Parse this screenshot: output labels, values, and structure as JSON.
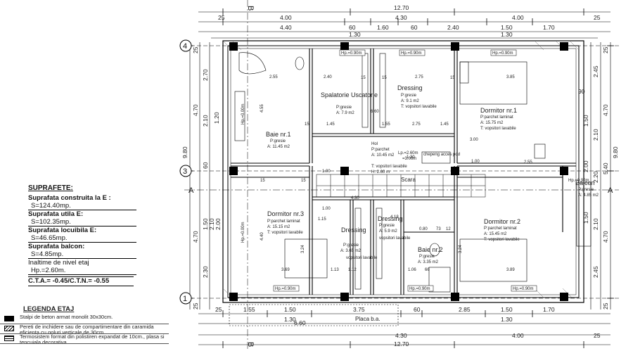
{
  "plan": {
    "axes": {
      "rows": [
        "4",
        "3",
        "1"
      ],
      "sections": [
        "A",
        "A",
        "B",
        "B"
      ]
    },
    "dims_top_total": "12.70",
    "dims_top_row1": [
      "25",
      "4.00",
      "4.30",
      "4.00",
      "25"
    ],
    "dims_top_row2": [
      "4.40",
      "60",
      "1.60",
      "60",
      "2.40",
      "1.50",
      "1.70"
    ],
    "dims_top_row3": [
      "1.30",
      "1.30"
    ],
    "dims_bottom_row1": [
      "25",
      "1.55",
      "1.50",
      "3.75",
      "60",
      "2.85",
      "1.50",
      "1.70"
    ],
    "dims_bottom_row2": [
      "1.30",
      "1.30"
    ],
    "dims_bottom_row3": [
      "6.60",
      "4.30",
      "4.00",
      "25"
    ],
    "dims_bottom_total": "12.70",
    "dims_left_total": "9.80",
    "dims_left_a": [
      "25",
      "2.70",
      "4.70",
      "2.10",
      "1.20",
      "60",
      "1.50",
      "2.10",
      "4.70",
      "2.00",
      "2.30",
      "25"
    ],
    "dims_right_total": "9.80",
    "dims_right_a": [
      "25",
      "2.45",
      "90",
      "4.70",
      "1.50",
      "2.10",
      "5.40",
      "2.00",
      "2.20",
      "1.50",
      "4.70",
      "2.10",
      "2.45",
      "25"
    ],
    "rooms": [
      {
        "name": "Baie nr.1",
        "floor": "P:gresie",
        "area": "A: 11.45 m2"
      },
      {
        "name": "Spalatorie Uscatorie",
        "floor": "P:gresie",
        "area": "A: 7.9 m2"
      },
      {
        "name": "Dressing",
        "floor": "P:gresie",
        "area": "A: 9.1 m2",
        "wall": "T:   vopsitori lavabile"
      },
      {
        "name": "Dormitor nr.1",
        "floor": "P:parchet laminat",
        "area": "A: 15.75 m2",
        "wall": "T:   vopsitori lavabile"
      },
      {
        "name": "Hol",
        "floor": "P:parchet",
        "area": "A: 10.45 m2",
        "wall": "T:   vopsitori lavabile",
        "height": "H: 2.60 m"
      },
      {
        "name": "Scara",
        "floor": ""
      },
      {
        "name": "Dormitor nr.3",
        "floor": "P:parchet laminat",
        "area": "A: 15.15 m2",
        "wall": "T:   vopsitori lavabile"
      },
      {
        "name": "Dressing",
        "floor": "P:gresie",
        "area": "A: 3.65 m2",
        "wall": "vopsitori lavabile"
      },
      {
        "name": "Dressing",
        "floor": "P:gresie",
        "area": "A: 5.9 m2",
        "wall": "vopsitori lavabile"
      },
      {
        "name": "Baie nr.2",
        "floor": "P:gresie",
        "area": "A: 3.35 m2"
      },
      {
        "name": "Dormitor nr.2",
        "floor": "P:parchet laminat",
        "area": "A: 15.45 m2",
        "wall": "T:   vopsitori lavabile"
      },
      {
        "name": "Balcon",
        "floor": "P:gresie",
        "area": "A: 4.85 m2"
      }
    ],
    "attic": "chepeng acces pod",
    "attic_dims": [
      "Lp.=2.60m",
      "=3.00m"
    ],
    "window_tags": [
      "Hp.=0.90m",
      "Hp.=0.90m",
      "Hp.=0.90m",
      "Hp.=0.90m",
      "Hp.=0.90m",
      "Hp.=0.90m",
      "Hp.=0.90m"
    ],
    "window_tags_side": [
      "Hp.=0.00m",
      "Hp.=0.00m"
    ],
    "interior_dims": [
      "2.55",
      "2.40",
      "2.75",
      "3.85",
      "4.55",
      "1.45",
      "1.55",
      "1.45",
      "2.75",
      "3.00",
      "1.30",
      "1.00",
      "1.00",
      "4.30",
      "1.00",
      "1.15",
      "0.80",
      "4.40",
      "3.24",
      "3.69",
      "3.24",
      "3.89",
      "4.18",
      "1.13",
      "1.12",
      "66",
      "1.06",
      "73",
      "12",
      "6.60",
      "15",
      "15",
      "15",
      "15",
      "15",
      "15",
      "2.55"
    ],
    "placa": "Placa b.a."
  },
  "summary": {
    "title": "SUPRAFETE:",
    "items": [
      {
        "label": "Suprafata construita la E :",
        "value": "S=124.40mp."
      },
      {
        "label": "Suprafata utila E:",
        "value": "S=102.35mp."
      },
      {
        "label": "Suprafata locuibila E:",
        "value": "S=46.65mp."
      },
      {
        "label": "Suprafata balcon:",
        "value": "S=4.85mp."
      }
    ],
    "height_label": "Inaltime de nivel etaj",
    "height_value": "Hp.=2.60m.",
    "cota": "C.T.A.= -0.45/C.T.N.= -0.55"
  },
  "legend": {
    "title": "LEGENDA ETAJ",
    "items": [
      "Stalpi de beton armat monolit 30x30cm.",
      "Pereti de inchidere sau de compartimentare din caramida eficienta cu goluri verticale de 30cm.",
      "Termosistem format din polistiren expandat de 10cm., plasa si tencuiala decorativa"
    ]
  }
}
